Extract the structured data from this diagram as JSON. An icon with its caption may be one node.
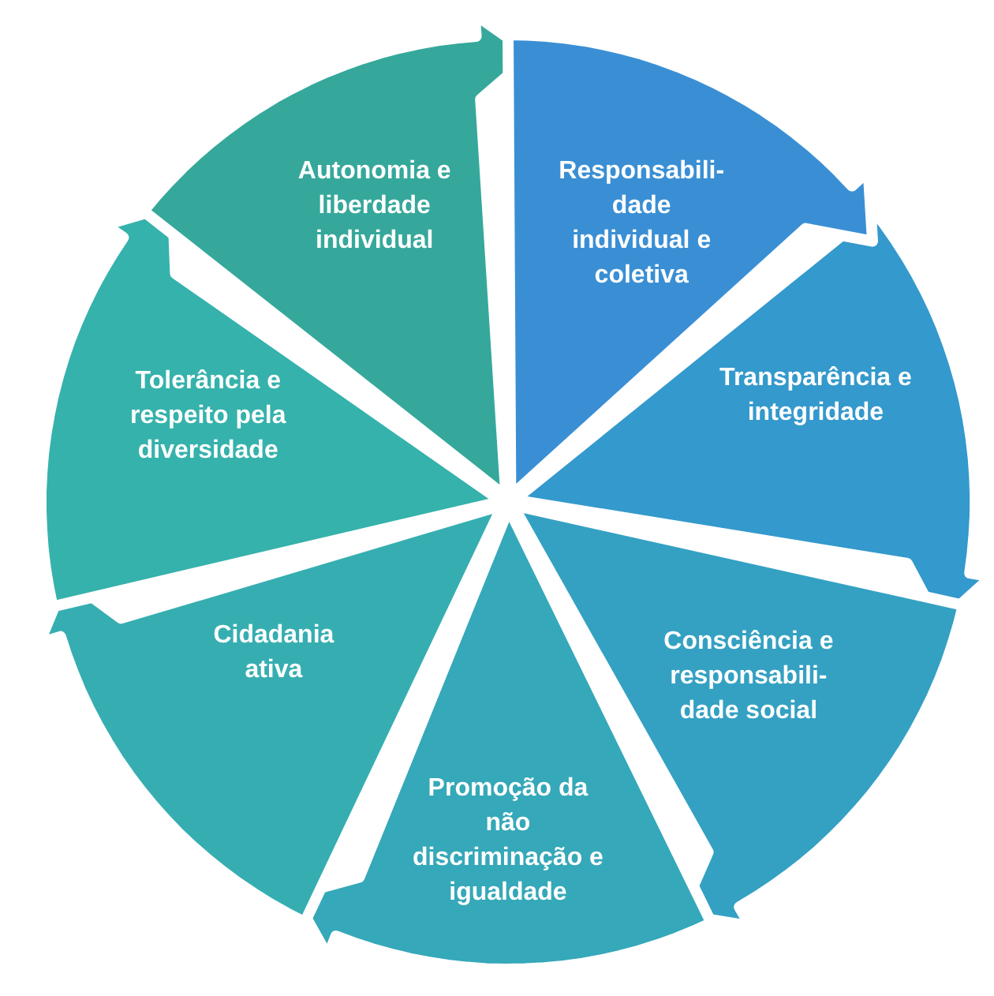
{
  "diagram": {
    "nodes": [
      {
        "text": [
          "Responsabili- dade individual e coletiva"
        ]
      },
      {
        "text": [
          "Transparência e integridade"
        ]
      },
      {
        "text": [
          "Consciência e responsabili- dade social"
        ]
      },
      {
        "text": [
          "Promoção da não discriminação e igualdade"
        ]
      },
      {
        "text": [
          "Cidadania ativa"
        ]
      },
      {
        "text": [
          "Tolerância e respeito pela diversidade"
        ]
      },
      {
        "text": [
          "Autonomia e liberdade individual"
        ]
      }
    ]
  }
}
